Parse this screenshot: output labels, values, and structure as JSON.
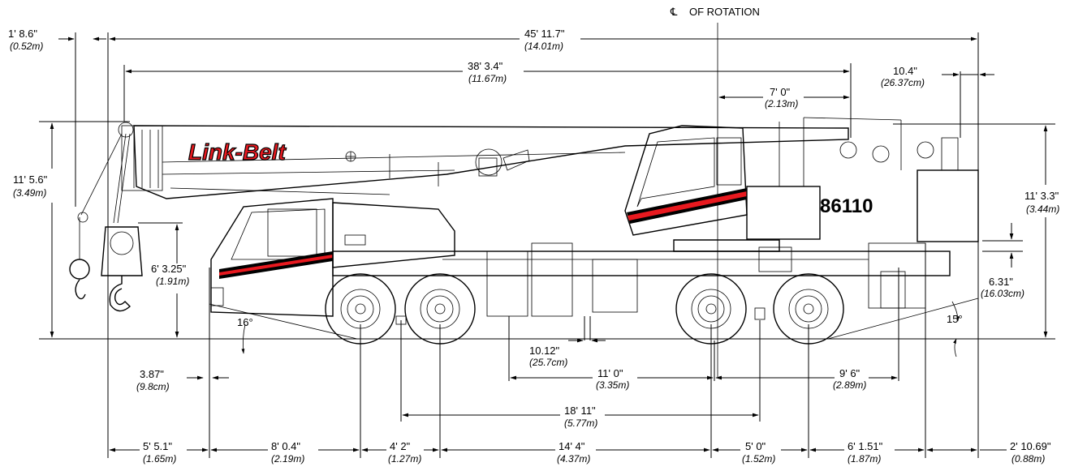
{
  "title_label": "OF ROTATION",
  "title_symbol": "℄",
  "brand_text": "Link-Belt",
  "model_text": "86110",
  "stripe_color": "#e8191f",
  "top_dims": {
    "tail_overhang": {
      "imp": "1' 8.6\"",
      "met": "(0.52m)"
    },
    "overall_length": {
      "imp": "45' 11.7\"",
      "met": "(14.01m)"
    },
    "boom_length": {
      "imp": "38' 3.4\"",
      "met": "(11.67m)"
    },
    "rotation_to_rear": {
      "imp": "7' 0\"",
      "met": "(2.13m)"
    },
    "rear_small": {
      "imp": "10.4\"",
      "met": "(26.37cm)"
    }
  },
  "side_dims": {
    "overall_height": {
      "imp": "11' 5.6\"",
      "met": "(3.49m)"
    },
    "cab_height": {
      "imp": "6' 3.25\"",
      "met": "(1.91m)"
    },
    "rear_height": {
      "imp": "11' 3.3\"",
      "met": "(3.44m)"
    },
    "ground_clearance": {
      "imp": "6.31\"",
      "met": "(16.03cm)"
    }
  },
  "angles": {
    "approach": "16°",
    "departure": "15°"
  },
  "mid_dims": {
    "front_small": {
      "imp": "3.87\"",
      "met": "(9.8cm)"
    },
    "axle_offset": {
      "imp": "10.12\"",
      "met": "(25.7cm)"
    },
    "outrigger_span_front": {
      "imp": "11' 0\"",
      "met": "(3.35m)"
    },
    "outrigger_span_rear": {
      "imp": "9' 6\"",
      "met": "(2.89m)"
    },
    "outrigger_spread": {
      "imp": "18' 11\"",
      "met": "(5.77m)"
    }
  },
  "bottom_dims": [
    {
      "imp": "5' 5.1\"",
      "met": "(1.65m)"
    },
    {
      "imp": "8' 0.4\"",
      "met": "(2.19m)"
    },
    {
      "imp": "4' 2\"",
      "met": "(1.27m)"
    },
    {
      "imp": "14' 4\"",
      "met": "(4.37m)"
    },
    {
      "imp": "5' 0\"",
      "met": "(1.52m)"
    },
    {
      "imp": "6' 1.51\"",
      "met": "(1.87m)"
    },
    {
      "imp": "2' 10.69\"",
      "met": "(0.88m)"
    }
  ]
}
